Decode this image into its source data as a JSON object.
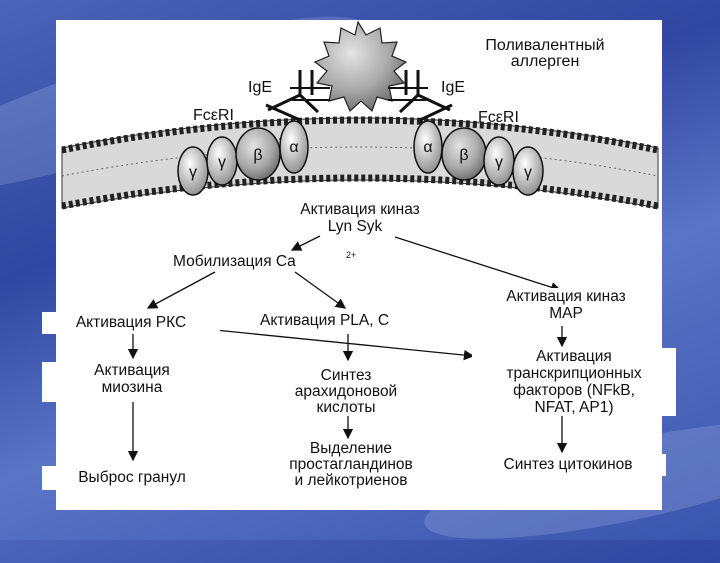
{
  "allergen": {
    "line1": "Поливалентный",
    "line2": "аллерген"
  },
  "receptor": {
    "ige_left": "IgE",
    "ige_right": "IgE",
    "fc_left": "FcεRI",
    "fc_right": "FcεRI"
  },
  "subunits": {
    "alpha": "α",
    "beta": "β",
    "gamma": "γ"
  },
  "steps": {
    "kinase_lyn": {
      "line1": "Активация киназ",
      "line2": "Lyn Syk"
    },
    "ca_mobilization": "Мобилизация Ca",
    "ca_sup": "2+",
    "pkc": "Активация РКС",
    "pla": "Активация PLA, C",
    "map": {
      "line1": "Активация киназ",
      "line2": "MAP"
    },
    "myosin": {
      "line1": "Активация",
      "line2": "миозина"
    },
    "arachidonic": {
      "line1": "Синтез",
      "line2": "арахидоновой",
      "line3": "кислоты"
    },
    "transcription": {
      "line1": "Активация",
      "line2": "транскрипционных",
      "line3": "факторов (NFkB,",
      "line4": "NFAT, AP1)"
    },
    "granules": "Выброс гранул",
    "prostaglandins": {
      "line1": "Выделение",
      "line2": "простагландинов",
      "line3": "и лейкотриенов"
    },
    "cytokines": "Синтез цитокинов"
  }
}
